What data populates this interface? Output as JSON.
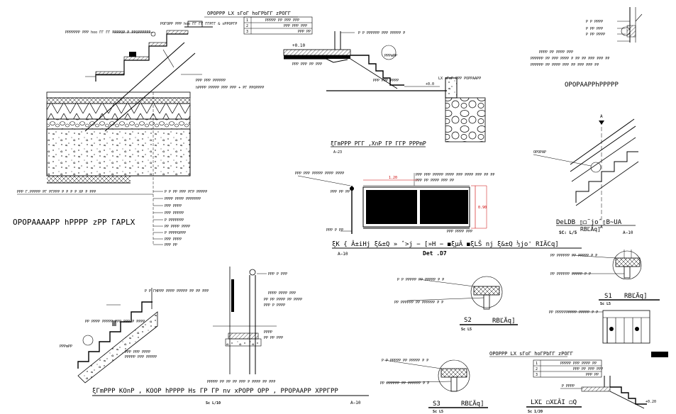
{
  "drawing": {
    "detail_a_title": "ΟΡΟΡΑΑΑΑΡΡ hΡΡΡΡ zΡΡ ΓΑΡLΧ",
    "detail_a_top_title": "ΟΡΟΡΡΡ LΧ sΓoΓ hoΓΡbΓΓ zΡΟΓΓ",
    "detail_a_labels": [
      "ΡΟΓΟΡΡ ΡΡΡ hoo ΓΓ ΓΓ ΓΓΡΓΓ & sΡΡΟΡΓΡ",
      "ΡΡΡΡΡΡΡ ΡΡΡ hoo ΓΓ ΓΓ ΡΡΡΡΟΡ Ρ ΡΡΟΡΡΡΡΡΡ",
      "ΡΡΡ ΡΡΡ ΡΡΡΡΡΡ",
      "hΡΡΡΡ ΡΡΡΡΡ ΡΡΡ ΡΡΡ + ΡΓ ΡΡΟΡΡΡΡ",
      "ΡΡΡ Γ.ΡΡΡΡΡ ΡΓ ΡΓΡΡΡ Ρ Ρ Ρ Ρ ΧΡ Ρ ΡΡΡ"
    ],
    "detail_a_layers": [
      "Ρ Ρ ΡΡ ΡΡΡ ΡΓΡ ΡΡΡΡΡ",
      "ΡΡΡΡ ΡΡΡΡ ΡΡΡΡΡΡΡ",
      "ΡΡΡ ΡΡΡΡ",
      "ΡΡΡ ΡΡΡΡΡ",
      "Ρ ΡΡΡΡΡΡΡ",
      "ΡΡ ΡΡΡΡ ΡΡΡΡ",
      "Ρ ΡΡΡΡΟΡΡΡ",
      "ΡΡΡ ΡΡΡΡ",
      "ΡΡΡ ΡΡ"
    ],
    "detail_b_title": "ξΓmΡΡΡ ΡΓΓ ,ΧnΡ ΓΡ ΓΓΡ ΡΡΡmΡ",
    "detail_b_ref": "A−23",
    "detail_b_side": "LΧ sΓoΓ ΡΡΡ ΡΟΡΡΑΑΡΡ",
    "detail_b_box_rows": [
      "ΡΡΡΡΡ ΡΡ ΡΡΡ ΡΡΡ",
      "ΡΡΡ ΡΡΡ ΡΡΡ",
      "ΡΡΡ ΡΡ"
    ],
    "detail_b_labels": [
      "Ρ Ρ ΡΡΡΡΡΡ ΡΡΡ ΡΡΡΡΡ Ρ",
      "ΡΡΡ ΡΡΡ ΡΡ ΡΡΡ",
      "ΡΡΡ ΡΡΡ ΡΡΡΡ",
      "ΡΡΡmΡΡ"
    ],
    "detail_c_title": "ΟΡΟΡΑΑΡΡhΡΡΡΡΡ",
    "detail_c_labels": [
      "Ρ Ρ ΡΡΡΡ",
      "Ρ ΡΡ ΡΡΡ",
      "Ρ ΡΡ ΡΡΡΡ",
      "ΡΡΡΡ ΡΡ ΡΡΡΡ ΡΡΡ",
      "ΡΡΡΡΡΡ ΡΡ ΡΡΡ ΡΡΡΡ Ρ ΡΡ ΡΡ ΡΡΡ ΡΡΡ ΡΡ",
      "ΡΡΡΡΡΡ ΡΡ ΡΡΡΡ ΡΡΡ ΡΡ ΡΡΡ ΡΡΡ ΡΡ"
    ],
    "detail_d_label": "ΟΡΟΡΑΡ",
    "detail_d_title": "DeLDB ▯◻˜joˆ▯B~UA",
    "detail_d_scale": "SC: L/5",
    "detail_d_sub": "RBĽÄq]",
    "detail_d_ref": "A−10",
    "detail_e_title": "ξΚ { Â±iHj ξ&±Q » ˆ>j − [»H − ◼ξµÂ ◼ξLŠ nj ξ&±Q ½jo' RIÄCq]",
    "detail_e_ref": "A−10",
    "detail_e_sub": "Det .D7",
    "detail_e_labels": [
      "ΡΡΡ ΡΡΡ ΡΡΡΡΡ ΡΡΡΡ ΡΡΡΡ",
      "ΡΡΡ ΡΡΡ ΡΡΡΡΡ ΡΡΡΡ ΡΡΡ ΡΡΡΡ ΡΡΡ ΡΡ ΡΡ",
      "ΡΡΡ ΡΡ ΡΡΡΡ ΡΡΡ ΡΡ",
      "ΡΡΡ ΡΡΡΡ ΡΡΡ",
      "ΡΡΡ ΡΡ ΡΡ",
      "ΡΡΡ Ρ ΡΡ"
    ],
    "detail_f_title": "ξΓmΡΡΡ ΚΟnΡ , ΚΟΟΡ hΡΡΡΡ Hs ΓΡ ΓΡ nv xΡΟΡΡ ΟΡΡ , ΡΡΟΡΑΑΡΡ ΧΡΡΓΡΡ",
    "detail_f_ref": "A−10",
    "detail_f_scale": "Sc L/10",
    "detail_f_labels": [
      "Ρ Ρ ΓΗΡΡΡ ΡΡΡΡ ΡΡΡΡΡ ΡΡ ΡΡ ΡΡΡ",
      "ΡΡ ΡΡΡΡ ΡΡΡΡΡ ΡΡΡ ΡΡΡ Ρ ΡΡΡΡ",
      "ΡΡΡ ΡΡΡ ΡΡΡΡ",
      "ΡΡΡΡΡ ΡΡΡ ΡΡΡΡΡ",
      "ΡΡΡmΡΡ"
    ],
    "detail_g_labels": [
      "ΡΡΡ Ρ ΡΡΡ",
      "ΡΡΡΡ ΡΡΡΡ ΡΡΡ",
      "ΡΡ ΡΡ ΡΡΡΡ ΡΡ ΡΡΡΡ",
      "ΡΡΡ Ρ ΡΡΡΡ",
      "ΡΡΡΡ",
      "ΡΡ ΡΡ ΡΡΡ",
      "ΡΡΡΡΡ ΡΡ ΡΡ ΡΡ ΡΡΡ Ρ ΡΡΡΡ ΡΡ ΡΡΡ"
    ],
    "detail_g_scale": "Sc L/10",
    "detail_h_labels": [
      "Ρ Ρ ΡΡΡΡΡ ΡΡ ΡΡΡΡΡ Ρ Ρ",
      "ΡΡ ΡΡΡΡΡΡ ΡΡ ΡΡΡΡΡΡ Ρ Ρ",
      "ΡΡ ΡΡΡΡΡΡΡΡΡΡ ΡΡΡΡΡ Ρ Ρ"
    ],
    "detail_h_num": "S2",
    "detail_h_title": "RBĽÄq]",
    "detail_h_scale": "Sc L5",
    "detail_i_labels": [
      "Ρ Ρ ΡΡΡΡΡ ΡΡ ΡΡΡΡΡ Ρ Ρ",
      "ΡΡ ΡΡΡΡΡΡ ΡΡ ΡΡΡΡΡΡ Ρ Ρ"
    ],
    "detail_i_num": "S3",
    "detail_i_title": "RBĽÄq]",
    "detail_i_scale": "Sc L5",
    "detail_j_labels": [
      "ΡΡ ΡΡΡΡΡΡ ΡΡ ΡΡΡΡΡ Ρ Ρ",
      "ΡΡ ΡΡΡΡΡΡ ΡΡΡΡΡ Ρ Ρ"
    ],
    "detail_j_num": "S1",
    "detail_j_title": "RBĽÄq]",
    "detail_j_scale": "Sc L5",
    "detail_k_labels": [
      "ΡΡ ΡΡΡΡΡΡΡΡΡΡ ΡΡΡΡΡ Ρ Ρ"
    ],
    "detail_l_top_title": "ΟΡΟΡΡΡ LΧ sΓoΓ hoΓΡbΓΓ zΡΟΓΓ",
    "detail_l_box_rows": [
      "ΡΡΡΡΡ ΡΡΡ ΡΡΡΡ ΡΡ",
      "ΡΡΡ ΡΡ ΡΡΡ ΡΡΡ",
      "ΡΡΡ ΡΡ"
    ],
    "detail_l_title": "LΧĽ ◻ΧĽÂΙ ◻Q",
    "detail_l_scale": "Sc 1/20",
    "detail_l_level": "+0.20"
  }
}
